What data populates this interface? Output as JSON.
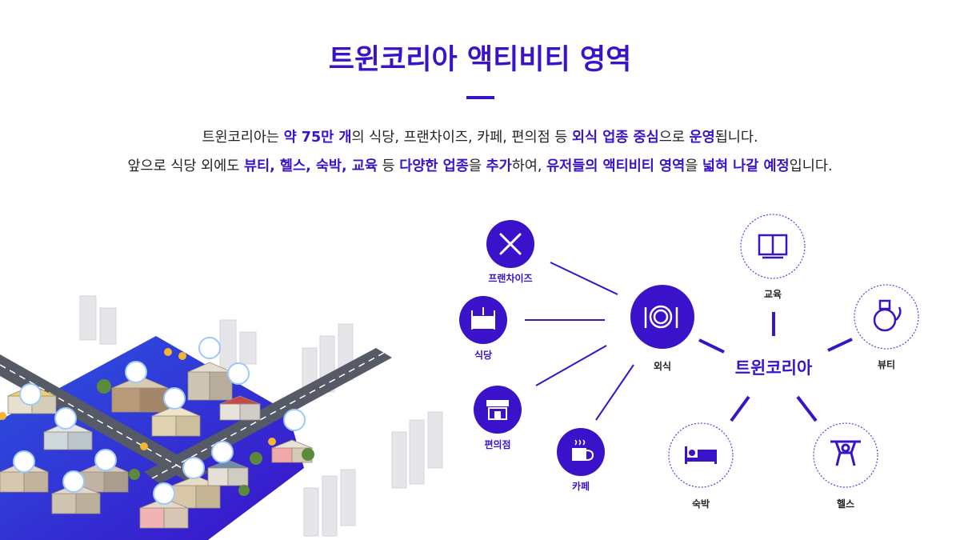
{
  "header": {
    "title": "트윈코리아 액티비티 영역"
  },
  "description": {
    "line1": [
      {
        "text": "트윈코리아는 ",
        "hl": false
      },
      {
        "text": "약 75만 개",
        "hl": true
      },
      {
        "text": "의 식당, 프랜차이즈, 카페, 편의점 등 ",
        "hl": false
      },
      {
        "text": "외식 업종 중심",
        "hl": true
      },
      {
        "text": "으로 ",
        "hl": false
      },
      {
        "text": "운영",
        "hl": true
      },
      {
        "text": "됩니다.",
        "hl": false
      }
    ],
    "line2": [
      {
        "text": "앞으로 식당 외에도 ",
        "hl": false
      },
      {
        "text": "뷰티, 헬스, 숙박, 교육",
        "hl": true
      },
      {
        "text": " 등 ",
        "hl": false
      },
      {
        "text": "다양한 업종",
        "hl": true
      },
      {
        "text": "을 ",
        "hl": false
      },
      {
        "text": "추가",
        "hl": true
      },
      {
        "text": "하여, ",
        "hl": false
      },
      {
        "text": "유저들의 액티비티 영역",
        "hl": true
      },
      {
        "text": "을 ",
        "hl": false
      },
      {
        "text": "넓혀 나갈 예정",
        "hl": true
      },
      {
        "text": "입니다.",
        "hl": false
      }
    ]
  },
  "diagram": {
    "center": "트윈코리아",
    "hub": {
      "label": "외식",
      "icon": "dining-plate-icon"
    },
    "dining_nodes": [
      {
        "label": "프랜차이즈",
        "icon": "fork-knife-icon"
      },
      {
        "label": "식당",
        "icon": "restaurant-table-icon"
      },
      {
        "label": "편의점",
        "icon": "store-icon"
      },
      {
        "label": "카페",
        "icon": "coffee-cup-icon"
      }
    ],
    "future_nodes": [
      {
        "label": "교육",
        "icon": "book-icon"
      },
      {
        "label": "뷰티",
        "icon": "beauty-bottle-icon"
      },
      {
        "label": "헬스",
        "icon": "weightlifter-icon"
      },
      {
        "label": "숙박",
        "icon": "bed-icon"
      }
    ]
  },
  "colors": {
    "accent": "#3a12c9",
    "dashed_border": "#5b3de0",
    "text": "#222222"
  },
  "illustration": {
    "name": "isometric-city-illustration"
  }
}
